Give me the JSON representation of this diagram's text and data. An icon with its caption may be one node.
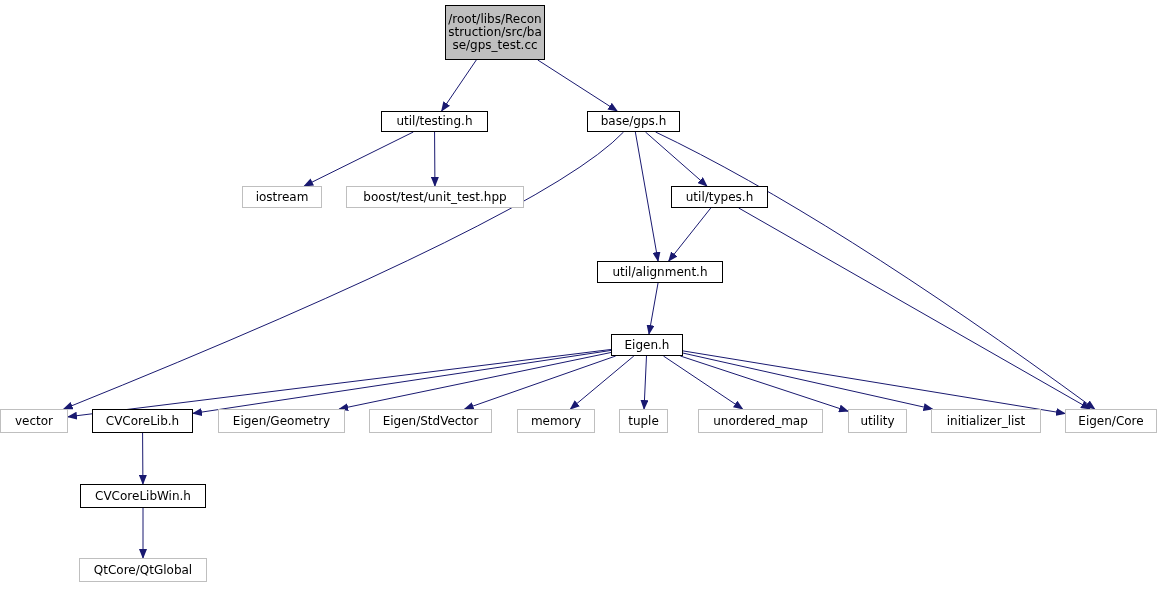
{
  "diagram": {
    "nodes": [
      {
        "text": [
          "/root/libs/Reconstruction/src/base/gps_test.cc"
        ]
      },
      {
        "text": [
          "util/testing.h"
        ]
      },
      {
        "text": [
          "base/gps.h"
        ]
      },
      {
        "text": [
          "iostream"
        ]
      },
      {
        "text": [
          "boost/test/unit_test.hpp"
        ]
      },
      {
        "text": [
          "util/types.h"
        ]
      },
      {
        "text": [
          "util/alignment.h"
        ]
      },
      {
        "text": [
          "Eigen.h"
        ]
      },
      {
        "text": [
          "vector"
        ]
      },
      {
        "text": [
          "CVCoreLib.h"
        ]
      },
      {
        "text": [
          "Eigen/Geometry"
        ]
      },
      {
        "text": [
          "Eigen/StdVector"
        ]
      },
      {
        "text": [
          "memory"
        ]
      },
      {
        "text": [
          "tuple"
        ]
      },
      {
        "text": [
          "unordered_map"
        ]
      },
      {
        "text": [
          "utility"
        ]
      },
      {
        "text": [
          "initializer_list"
        ]
      },
      {
        "text": [
          "Eigen/Core"
        ]
      },
      {
        "text": [
          "CVCoreLibWin.h"
        ]
      },
      {
        "text": [
          "QtCore/QtGlobal"
        ]
      }
    ],
    "edges": [
      {
        "from": 0,
        "to": 1,
        "arrow": "to"
      },
      {
        "from": 0,
        "to": 2,
        "arrow": "to"
      },
      {
        "from": 1,
        "to": 3,
        "arrow": "to"
      },
      {
        "from": 1,
        "to": 4,
        "arrow": "to"
      },
      {
        "from": 2,
        "to": 8,
        "arrow": "to"
      },
      {
        "from": 2,
        "to": 6,
        "arrow": "to"
      },
      {
        "from": 2,
        "to": 5,
        "arrow": "to"
      },
      {
        "from": 2,
        "to": 17,
        "arrow": "to"
      },
      {
        "from": 5,
        "to": 6,
        "arrow": "to"
      },
      {
        "from": 5,
        "to": 17,
        "arrow": "to"
      },
      {
        "from": 6,
        "to": 7,
        "arrow": "to"
      },
      {
        "from": 7,
        "to": 8,
        "arrow": "to"
      },
      {
        "from": 7,
        "to": 9,
        "arrow": "to"
      },
      {
        "from": 7,
        "to": 10,
        "arrow": "to"
      },
      {
        "from": 7,
        "to": 11,
        "arrow": "to"
      },
      {
        "from": 7,
        "to": 12,
        "arrow": "to"
      },
      {
        "from": 7,
        "to": 13,
        "arrow": "to"
      },
      {
        "from": 7,
        "to": 14,
        "arrow": "to"
      },
      {
        "from": 7,
        "to": 15,
        "arrow": "to"
      },
      {
        "from": 7,
        "to": 16,
        "arrow": "to"
      },
      {
        "from": 7,
        "to": 17,
        "arrow": "to"
      },
      {
        "from": 9,
        "to": 18,
        "arrow": "to"
      },
      {
        "from": 18,
        "to": 19,
        "arrow": "to"
      }
    ]
  }
}
